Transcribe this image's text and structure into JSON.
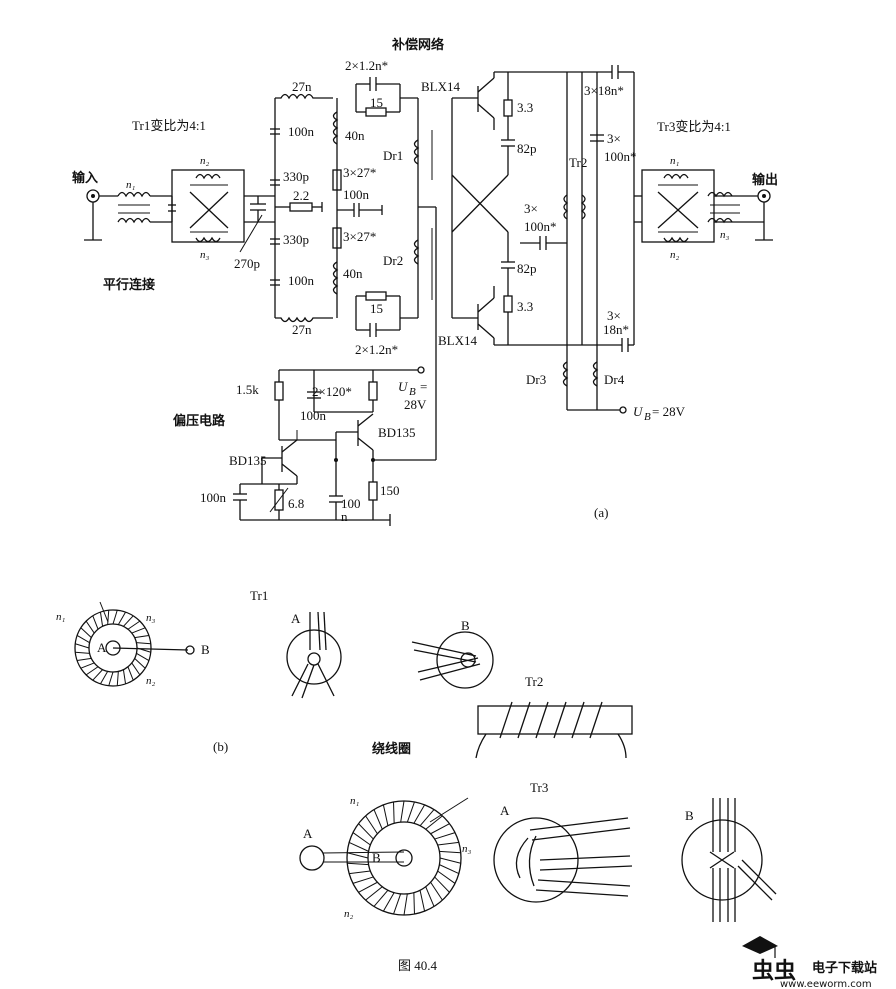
{
  "labels": {
    "compensation_network": "补偿网络",
    "tr1_ratio": "Tr1变比为4:1",
    "tr3_ratio": "Tr3变比为4:1",
    "input": "输入",
    "output": "输出",
    "parallel": "平行连接",
    "bias": "偏压电路",
    "panel_a": "(a)",
    "panel_b": "(b)",
    "winding": "绕线圈",
    "figure": "图 40.4",
    "tr1": "Tr1",
    "tr2": "Tr2",
    "tr3": "Tr3"
  },
  "components": {
    "c_comp_top": "2×1.2n*",
    "c_comp_bot": "2×1.2n*",
    "r15_top": "15",
    "r15_bot": "15",
    "q_top": "BLX14",
    "q_bot": "BLX14",
    "l27_top": "27n",
    "l27_bot": "27n",
    "c100_top": "100n",
    "c100_bot": "100n",
    "l40_top": "40n",
    "l40_bot": "40n",
    "c330_top": "330p",
    "c330_bot": "330p",
    "r22": "2.2",
    "c3x27_top": "3×27*",
    "c3x27_bot": "3×27*",
    "c100n_mid": "100n",
    "c270": "270p",
    "dr1": "Dr1",
    "dr2": "Dr2",
    "dr3": "Dr3",
    "dr4": "Dr4",
    "r33_top": "3.3",
    "r33_bot": "3.3",
    "c82_top": "82p",
    "c82_bot": "82p",
    "c3x100_mid": "3×",
    "c3x100_mid2": "100n*",
    "c3x18_top": "3×18n*",
    "c3x100_right": "3×",
    "c3x100_right2": "100n*",
    "c3x18_bot": "3×",
    "c3x18_bot2": "18n*",
    "tr2": "Tr2",
    "n1_l": "n₁",
    "n2_l": "n₂",
    "n3_l": "n₃",
    "n1_r": "n₁",
    "n2_r": "n₂",
    "n3_r": "n₃",
    "ub_top": "U",
    "ub_top_sub": "B",
    "ub_top_val": "=",
    "ub_top_v": "28V",
    "ub_right": "U",
    "ub_right_sub": "B",
    "ub_right_val": "= 28V",
    "r15k": "1.5k",
    "c2x120": "2×120*",
    "c100_bias": "100n",
    "bd135_a": "BD135",
    "bd135_b": "BD135",
    "c100_bias2": "100n",
    "r68": "6.8",
    "c100n_v": "100",
    "c100n_v2": "n",
    "r150": "150"
  },
  "detail_labels": {
    "b_n1": "n₁",
    "b_n3": "n₃",
    "b_n2": "n₂",
    "b_A": "A",
    "b_B": "B",
    "tr1_A": "A",
    "tr1_B": "B",
    "tr3_n1": "n₁",
    "tr3_n3": "n₃",
    "tr3_n2": "n₂",
    "tr3_A": "A",
    "tr3_B": "B",
    "tr3_dA": "A",
    "tr3_dB": "B"
  },
  "watermark": {
    "logo": "虫虫",
    "title": "电子下载站",
    "url": "www.eeworm.com"
  }
}
